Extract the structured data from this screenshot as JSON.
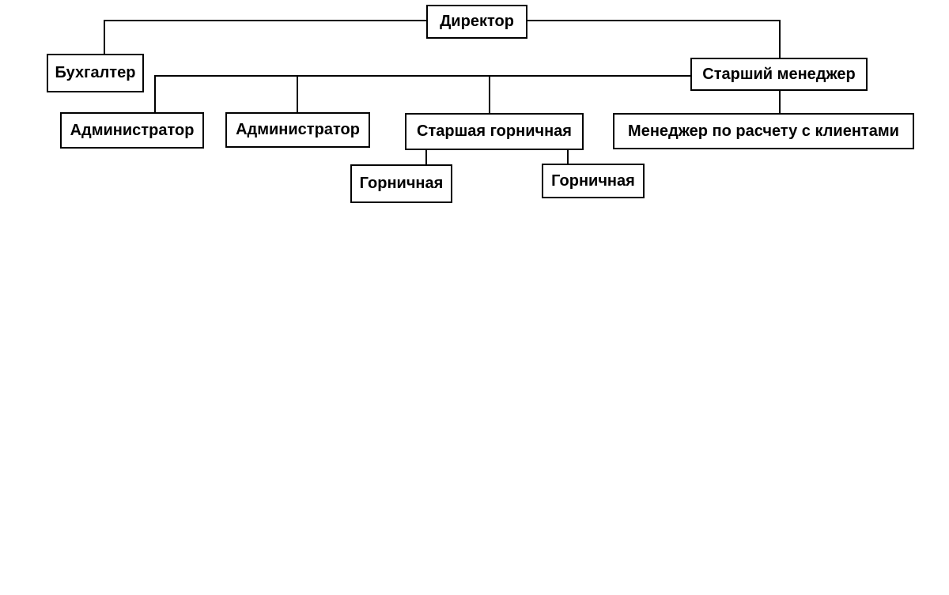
{
  "diagram": {
    "type": "org-chart",
    "background_color": "#ffffff",
    "box_border_color": "#000000",
    "box_fill_color": "#ffffff",
    "text_color": "#000000",
    "connector_color": "#000000",
    "nodes": {
      "director": {
        "label": "Директор",
        "reports_to": null
      },
      "accountant": {
        "label": "Бухгалтер",
        "reports_to": "Директор"
      },
      "senior_manager": {
        "label": "Старший менеджер",
        "reports_to": "Директор"
      },
      "administrator_1": {
        "label": "Администратор",
        "reports_to": "Старший менеджер"
      },
      "administrator_2": {
        "label": "Администратор",
        "reports_to": "Старший менеджер"
      },
      "head_maid": {
        "label": "Старшая горничная",
        "reports_to": "Старший менеджер"
      },
      "billing_manager": {
        "label": "Менеджер по расчету с клиентами",
        "reports_to": "Старший менеджер"
      },
      "maid_1": {
        "label": "Горничная",
        "reports_to": "Старшая горничная"
      },
      "maid_2": {
        "label": "Горничная",
        "reports_to": "Старшая горничная"
      }
    }
  }
}
